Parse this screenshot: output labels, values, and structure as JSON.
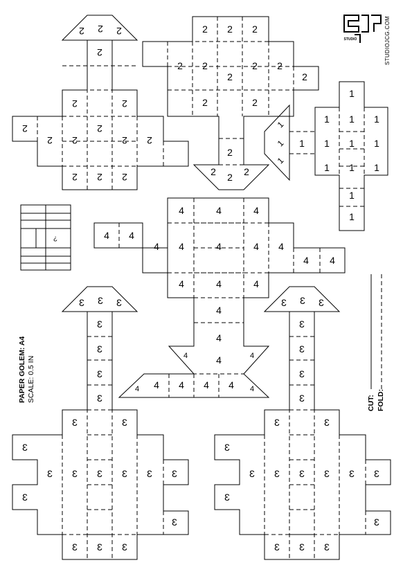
{
  "sheet": {
    "title": "PAPER GOLEM: A4",
    "scale": "SCALE: 0.5 IN",
    "cut_label": "CUT:",
    "fold_label": "FOLD:",
    "brand": "STUDIOJCG.COM",
    "logo_text": "STUDIO",
    "key_mark": "?"
  },
  "pieces": [
    {
      "id": "head",
      "number": "1"
    },
    {
      "id": "body",
      "number": "2"
    },
    {
      "id": "left-arm",
      "number": "2"
    },
    {
      "id": "right-arm",
      "number": "2"
    },
    {
      "id": "lower-body",
      "number": "4"
    },
    {
      "id": "left-leg",
      "number": "3"
    },
    {
      "id": "right-leg",
      "number": "3"
    }
  ],
  "colors": {
    "ink": "#000000",
    "paper": "#ffffff"
  }
}
